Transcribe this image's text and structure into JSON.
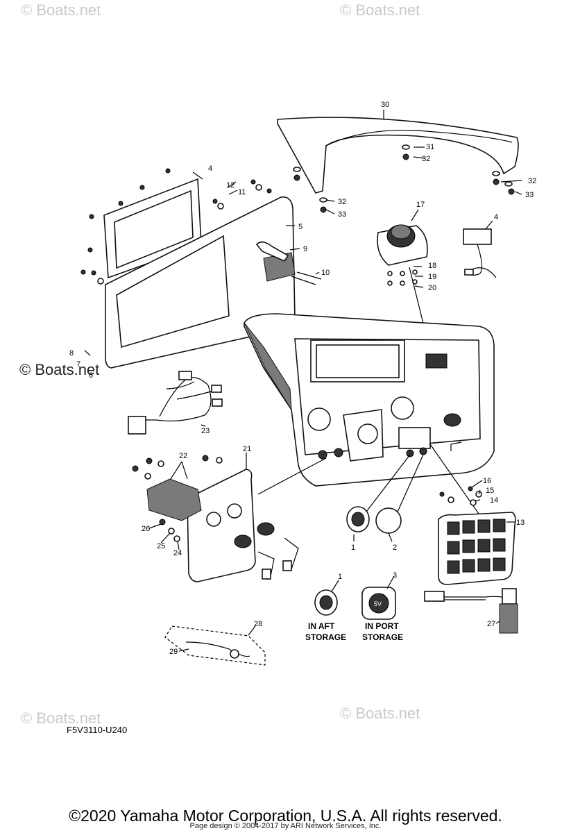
{
  "diagram": {
    "code": "F5V3110-U240",
    "copyright": "©2020 Yamaha Motor Corporation, U.S.A. All rights reserved.",
    "page_credit": "Page design © 2004-2017 by ARI Network Services, Inc.",
    "watermark": "© Boats.net",
    "captions": {
      "aft_line1": "IN AFT",
      "aft_line2": "STORAGE",
      "port_line1": "IN PORT",
      "port_line2": "STORAGE"
    },
    "usb_label": "5V",
    "callouts": [
      "1",
      "1",
      "2",
      "3",
      "4",
      "5",
      "6",
      "7",
      "8",
      "9",
      "10",
      "11",
      "12",
      "13",
      "14",
      "15",
      "16",
      "17",
      "18",
      "19",
      "20",
      "21",
      "22",
      "23",
      "24",
      "25",
      "26",
      "27",
      "28",
      "29",
      "30",
      "31",
      "32",
      "32",
      "32",
      "33",
      "33",
      "33"
    ]
  }
}
